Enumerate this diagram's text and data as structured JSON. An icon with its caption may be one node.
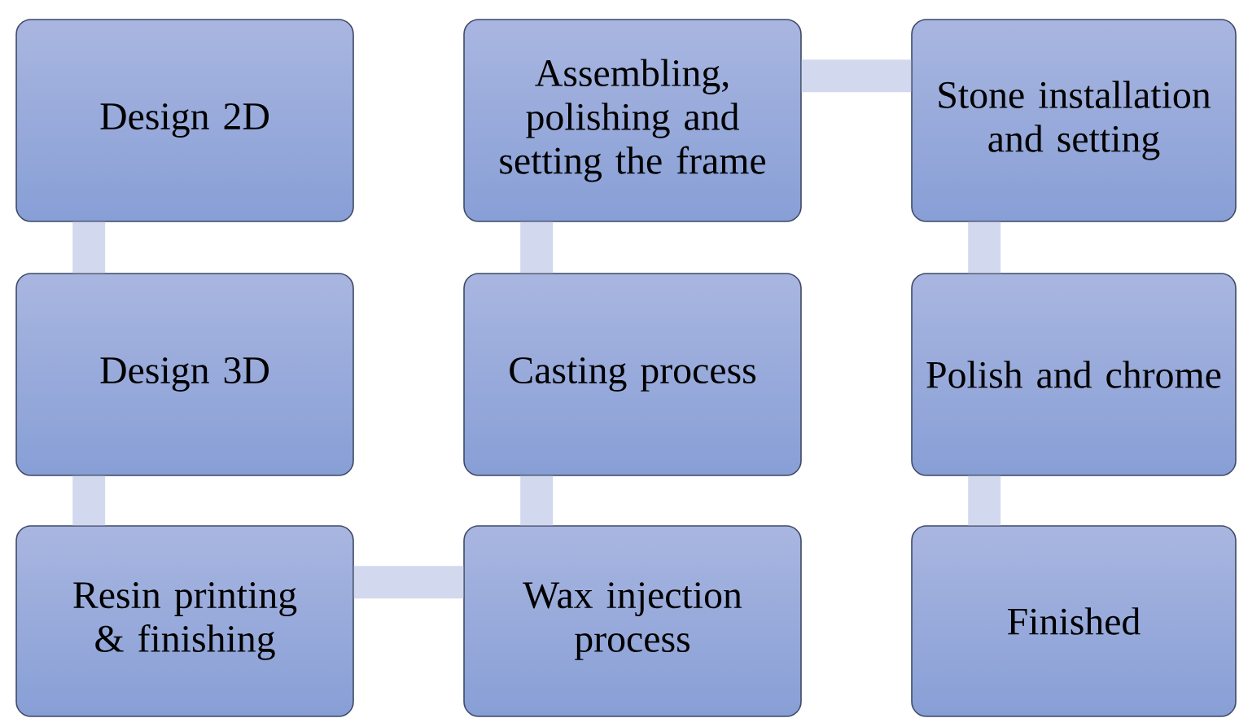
{
  "diagram": {
    "nodes": [
      {
        "text": [
          "Design 2D"
        ]
      },
      {
        "text": [
          "Assembling, polishing and setting the frame"
        ]
      },
      {
        "text": [
          "Stone installation and setting"
        ]
      },
      {
        "text": [
          "Design 3D"
        ]
      },
      {
        "text": [
          "Casting process"
        ]
      },
      {
        "text": [
          "Polish and chrome"
        ]
      },
      {
        "text": [
          "Resin printing & finishing"
        ]
      },
      {
        "text": [
          "Wax injection process"
        ]
      },
      {
        "text": [
          "Finished"
        ]
      }
    ],
    "edges": [
      {
        "from": 0,
        "to": 3,
        "arrow": "none"
      },
      {
        "from": 3,
        "to": 6,
        "arrow": "none"
      },
      {
        "from": 6,
        "to": 7,
        "arrow": "none"
      },
      {
        "from": 7,
        "to": 4,
        "arrow": "none"
      },
      {
        "from": 4,
        "to": 1,
        "arrow": "none"
      },
      {
        "from": 1,
        "to": 2,
        "arrow": "none"
      },
      {
        "from": 2,
        "to": 5,
        "arrow": "none"
      },
      {
        "from": 5,
        "to": 8,
        "arrow": "none"
      }
    ]
  }
}
